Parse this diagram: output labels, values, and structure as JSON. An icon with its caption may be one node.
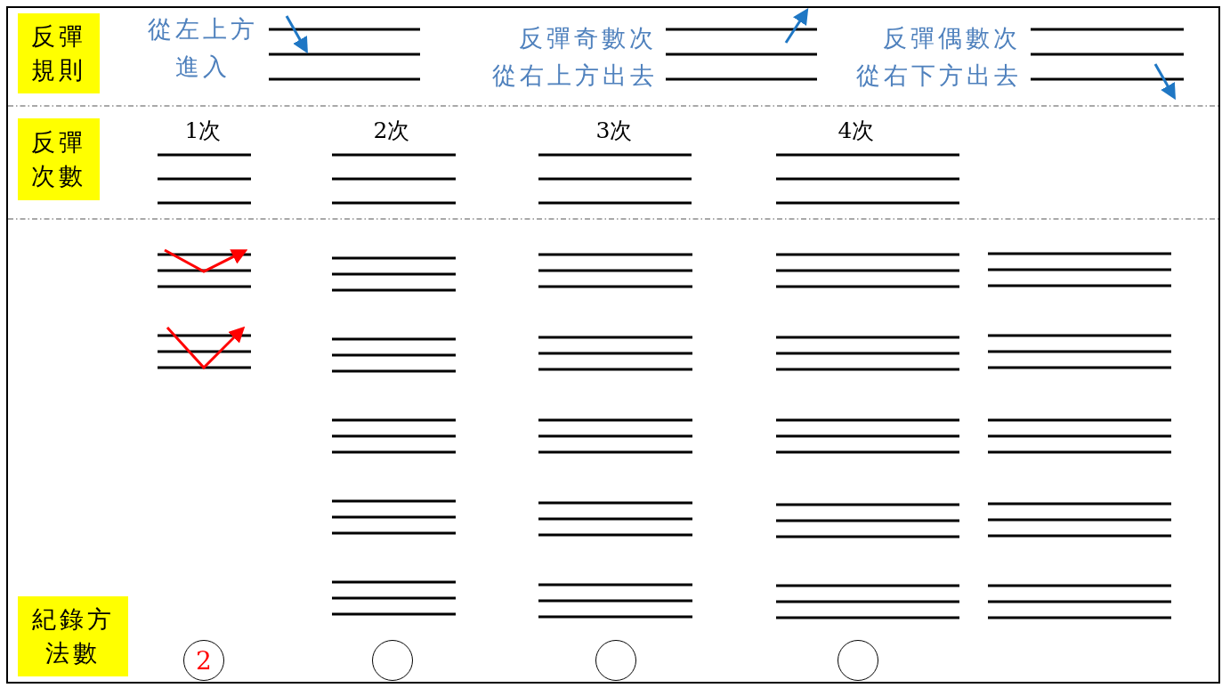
{
  "diagram": {
    "nodes": [
      {
        "text": [
          "反彈規則"
        ]
      },
      {
        "text": [
          "反彈次數"
        ]
      },
      {
        "text": [
          "紀錄方法數"
        ]
      },
      {
        "text": [
          "2"
        ]
      },
      {
        "text": [],
        "shape": "circle"
      },
      {
        "text": [],
        "shape": "circle"
      },
      {
        "text": [],
        "shape": "circle"
      }
    ],
    "labels": [
      "從左上方進入",
      "反彈奇數次從右上方出去",
      "反彈偶數次從右下方出去",
      "1次",
      "2次",
      "3次",
      "4次"
    ]
  }
}
